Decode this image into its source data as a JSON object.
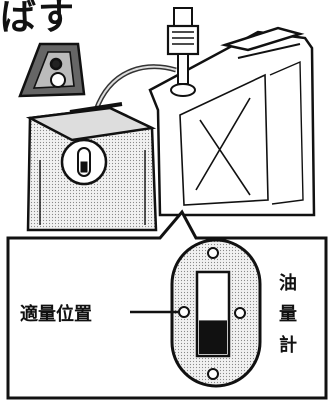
{
  "header": {
    "title_fragment": "ばす"
  },
  "callout": {
    "level_label": "適量位置",
    "gauge_label": [
      "油",
      "量",
      "計"
    ]
  },
  "gauge": {
    "fill_fraction": 0.42
  }
}
